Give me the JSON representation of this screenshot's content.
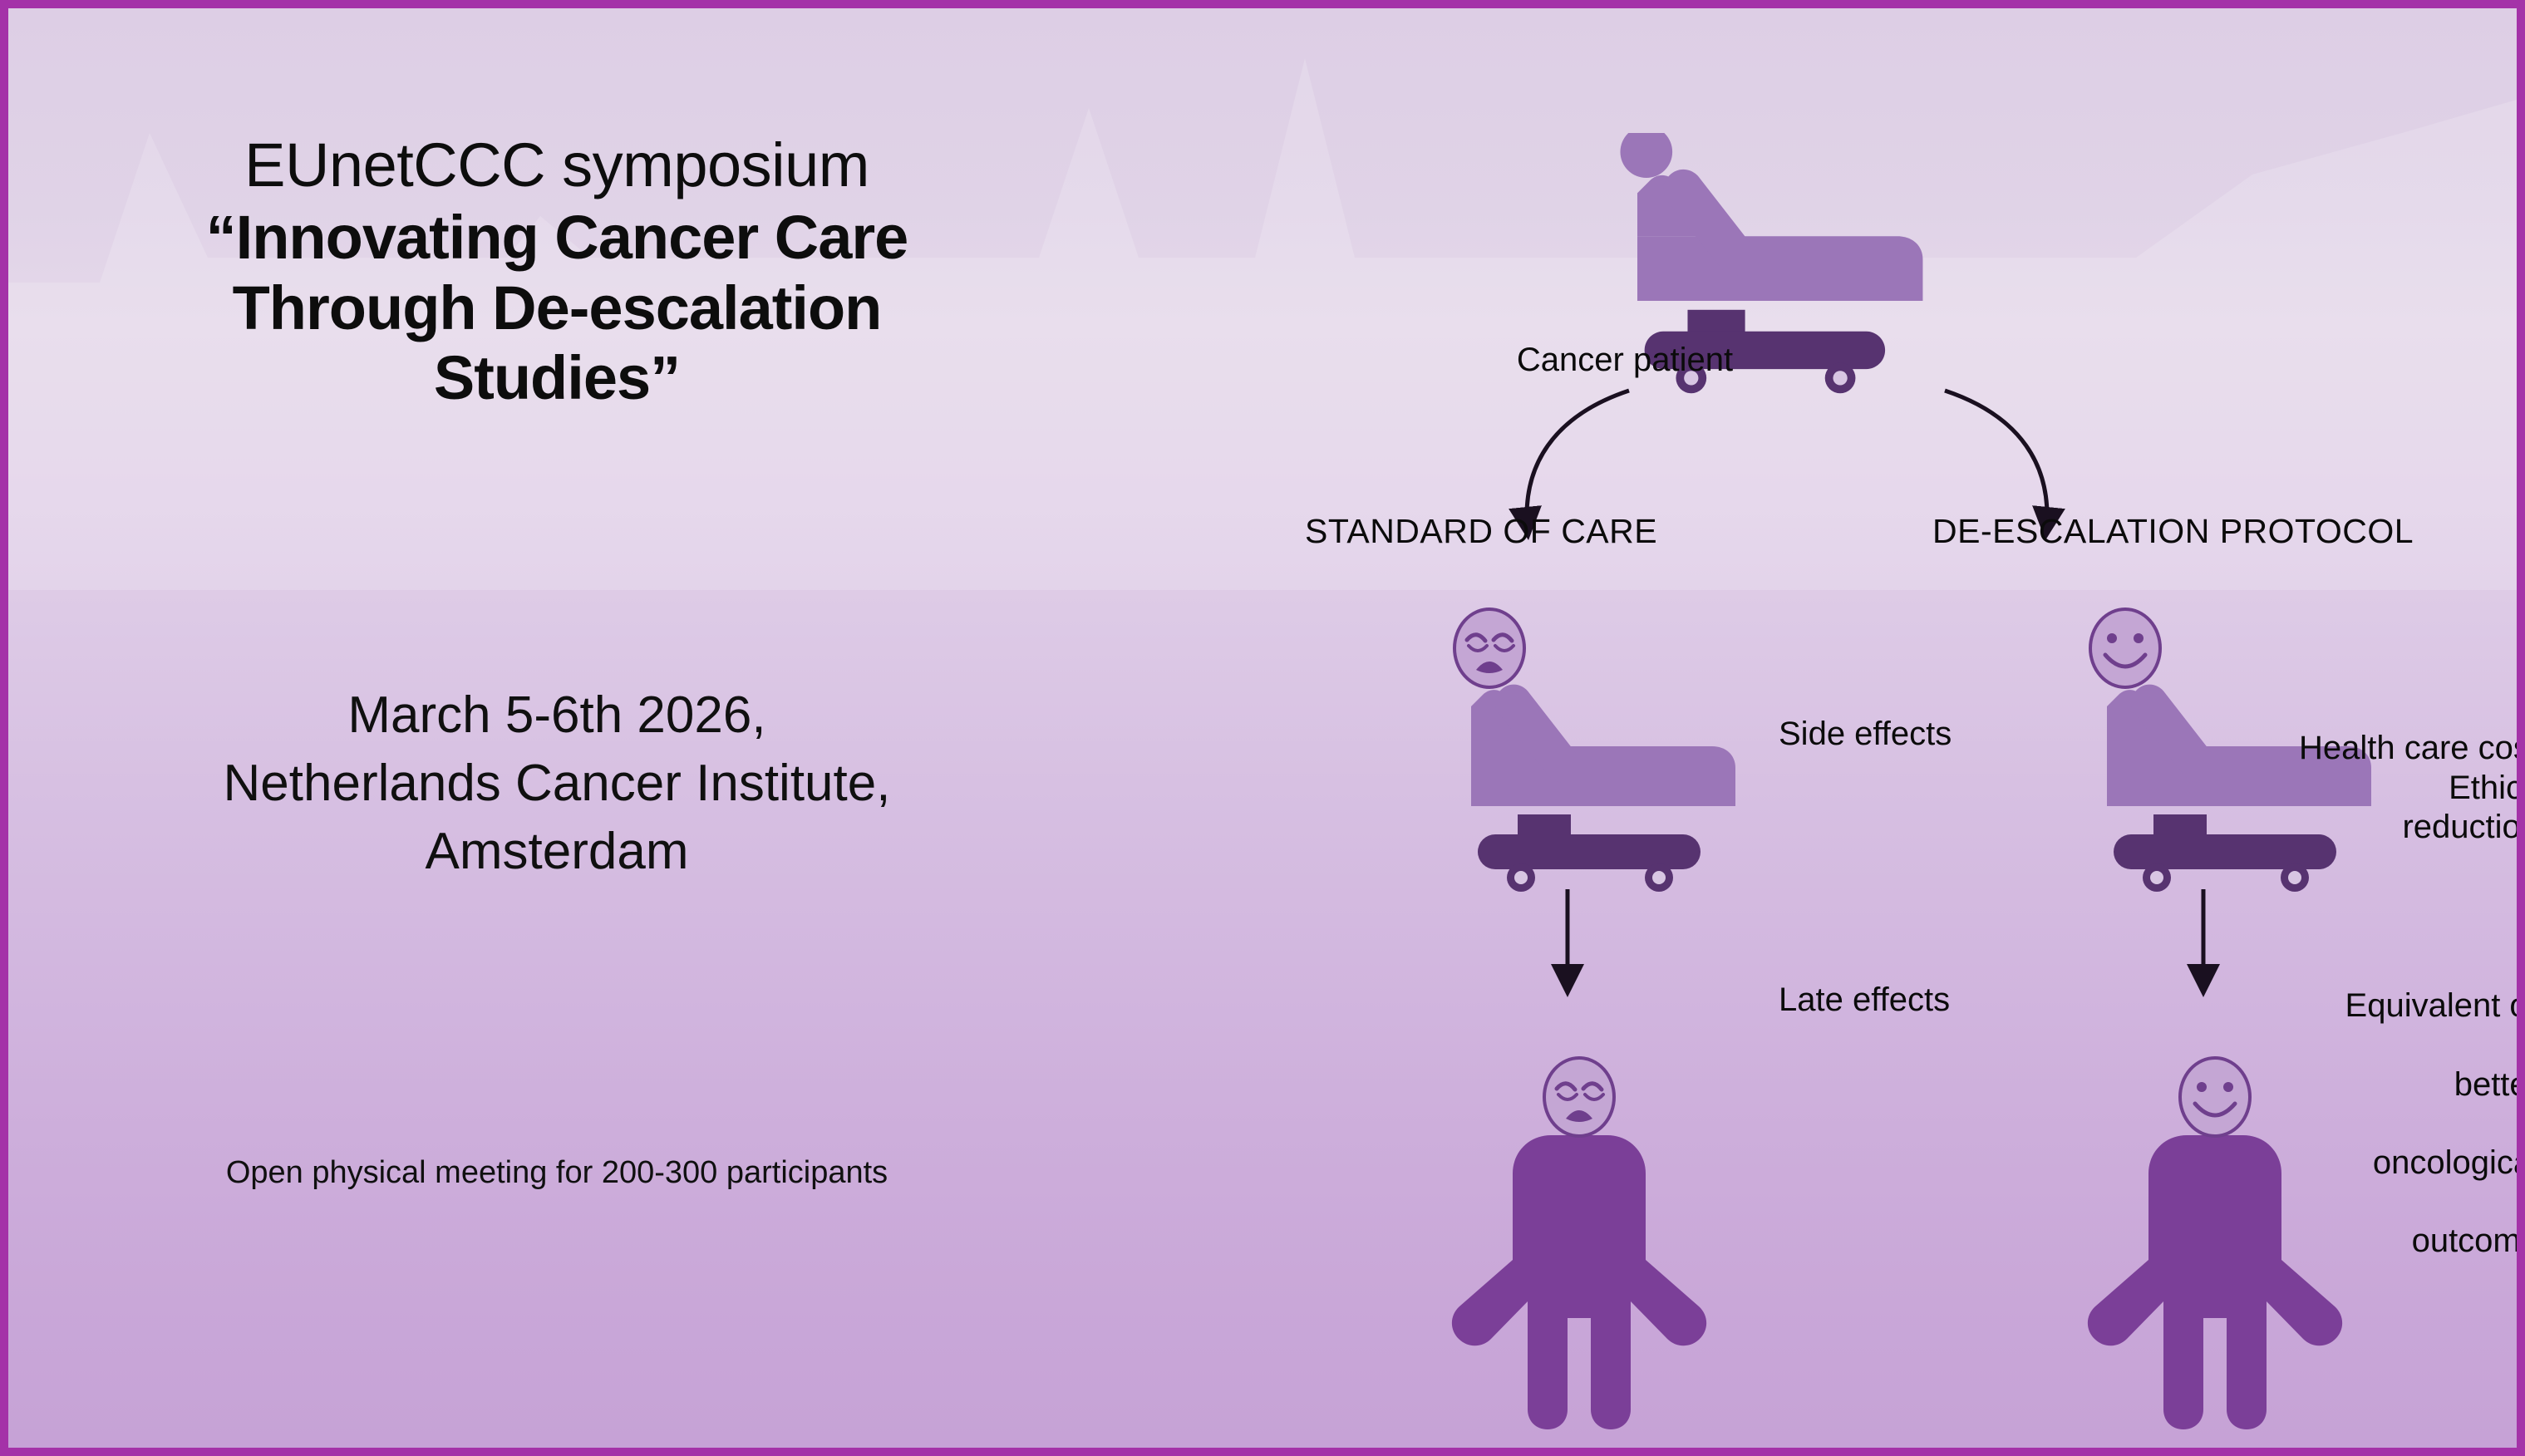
{
  "slide": {
    "border_color": "#a432a8",
    "background_top": "#ddcee5",
    "background_bottom": "#c6a2d6"
  },
  "left_panel": {
    "eyebrow": "EUnetCCC symposium",
    "title": "“Innovating Cancer Care Through De-escalation Studies”",
    "title_lines": [
      "“Innovating Cancer Care",
      "Through De-escalation",
      "Studies”"
    ],
    "date_location_lines": [
      "March 5-6th 2026,",
      "Netherlands Cancer Institute,",
      "Amsterdam"
    ],
    "date_location": "March 5-6th 2026, Netherlands Cancer Institute, Amsterdam",
    "footnote": "Open physical meeting for 200-300 participants"
  },
  "diagram": {
    "root": {
      "icon": "patient-in-hospital-bed-icon",
      "caption": "Cancer patient"
    },
    "branches": [
      {
        "id": "standard-of-care",
        "heading": "STANDARD OF CARE",
        "bed_face": "sad-face-icon",
        "bed_label": "Side effects",
        "person_face": "sad-face-icon",
        "person_label": "Late effects"
      },
      {
        "id": "de-escalation-protocol",
        "heading": "DE-ESCALATION PROTOCOL",
        "bed_face": "happy-face-icon",
        "bed_label_lines": [
          "Health care cost",
          "reduction"
        ],
        "bed_label": "Health care cost reduction",
        "bed_label_secondary": "Ethics",
        "person_face": "happy-face-icon",
        "person_label_lines": [
          "Equivalent or",
          "better",
          "oncological",
          "outcome"
        ],
        "person_label": "Equivalent or better oncological outcome"
      }
    ],
    "colors": {
      "bed_body": "#9b76b8",
      "gurney": "#573370",
      "person": "#7b3f98",
      "face_fill": "#c4a6d4",
      "face_stroke": "#6f3f8d",
      "arrow": "#1a1020"
    }
  }
}
